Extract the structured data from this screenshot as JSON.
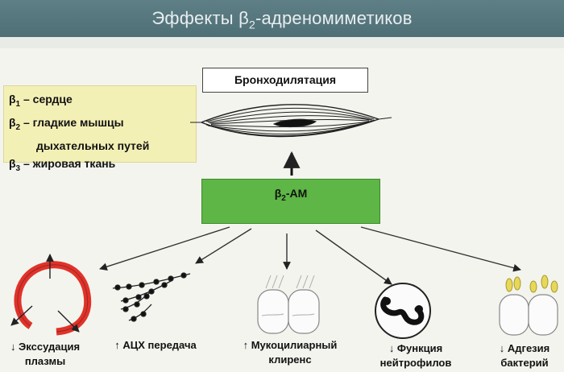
{
  "title": {
    "prefix": "Эффекты β",
    "sub": "2",
    "suffix": "-адреномиметиков"
  },
  "legend": {
    "items": [
      {
        "sym": "β",
        "sub": "1",
        "text": " – сердце"
      },
      {
        "sym": "β",
        "sub": "2",
        "text": " – гладкие мышцы"
      },
      {
        "text": "дыхательных путей"
      },
      {
        "sym": "β",
        "sub": "3",
        "text": " – жировая ткань"
      }
    ]
  },
  "top_effect": "Бронходилятация",
  "center": {
    "sym": "β",
    "sub": "2",
    "text": "-АМ"
  },
  "effects": [
    {
      "arrow": "↓",
      "line1": " Экссудация",
      "line2": "плазмы"
    },
    {
      "arrow": "↑",
      "line1": " АЦХ  передача",
      "line2": ""
    },
    {
      "arrow": "↑",
      "line1": " Мукоцилиарный",
      "line2": "клиренс"
    },
    {
      "arrow": "↓",
      "line1": " Функция",
      "line2": "нейтрофилов"
    },
    {
      "arrow": "↓",
      "line1": " Адгезия",
      "line2": "бактерий"
    }
  ],
  "colors": {
    "title_bg": "#556f76",
    "legend_bg": "#f3f0b6",
    "center_bg": "#5db645",
    "vessel": "#e0322a"
  }
}
